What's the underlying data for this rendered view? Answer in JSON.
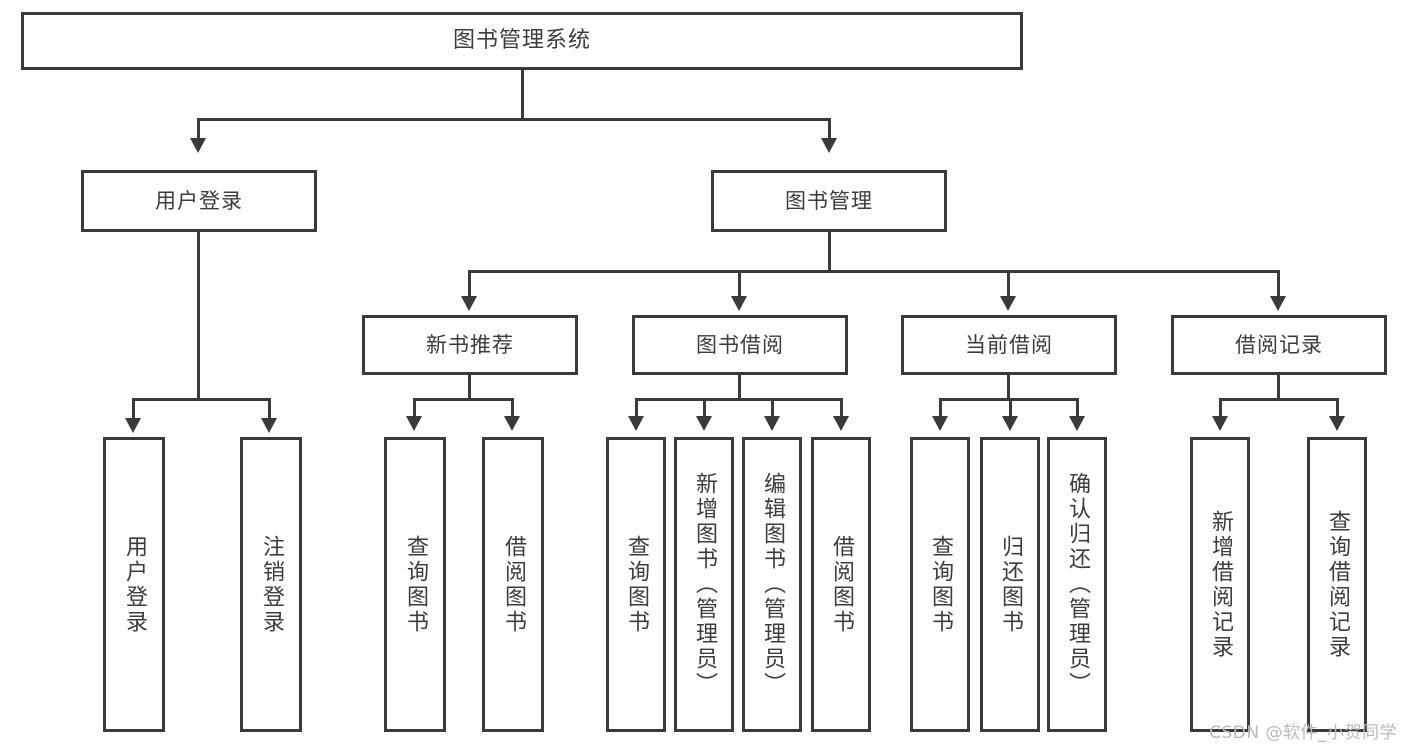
{
  "diagram": {
    "type": "tree-hierarchy",
    "title": "图书管理系统",
    "root": {
      "label": "图书管理系统"
    },
    "level2": [
      {
        "label": "用户登录"
      },
      {
        "label": "图书管理"
      }
    ],
    "level3": [
      {
        "label": "新书推荐"
      },
      {
        "label": "图书借阅"
      },
      {
        "label": "当前借阅"
      },
      {
        "label": "借阅记录"
      }
    ],
    "leaves": {
      "user_login": [
        {
          "label": "用户登录"
        },
        {
          "label": "注销登录"
        }
      ],
      "new_book_recommend": [
        {
          "label": "查询图书"
        },
        {
          "label": "借阅图书"
        }
      ],
      "book_borrow": [
        {
          "label": "查询图书"
        },
        {
          "label": "新增图书（管理员）"
        },
        {
          "label": "编辑图书（管理员）"
        },
        {
          "label": "借阅图书"
        }
      ],
      "current_borrow": [
        {
          "label": "查询图书"
        },
        {
          "label": "归还图书"
        },
        {
          "label": "确认归还（管理员）"
        }
      ],
      "borrow_record": [
        {
          "label": "新增借阅记录"
        },
        {
          "label": "查询借阅记录"
        }
      ]
    }
  },
  "watermark": {
    "text": "CSDN @软件_小贺同学"
  },
  "colors": {
    "box_border": "#3a3a3a",
    "text": "#3c3c3c",
    "background": "#ffffff",
    "watermark": "#b9b9b9"
  }
}
